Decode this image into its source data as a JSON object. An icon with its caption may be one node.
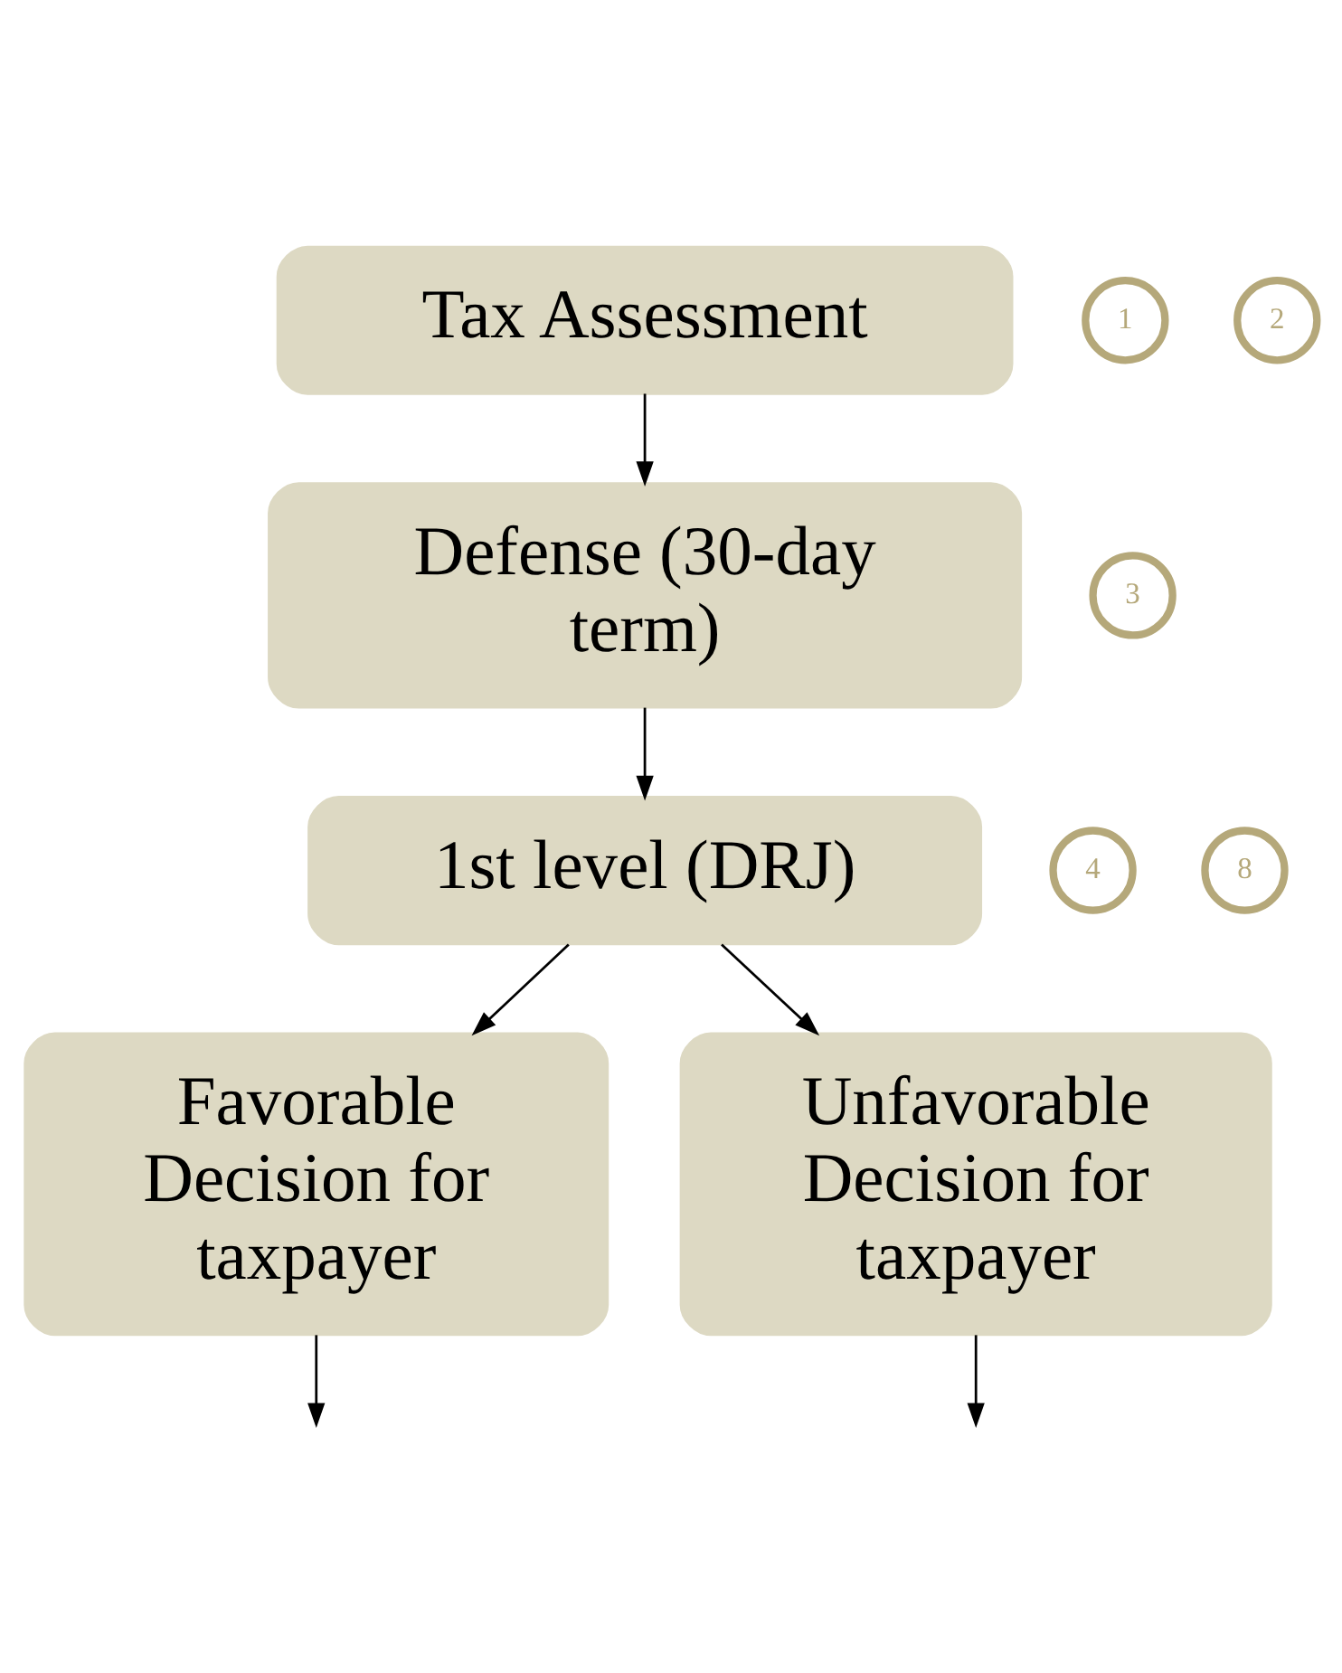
{
  "diagram": {
    "nodes": [
      {
        "text": [
          "Tax Assessment"
        ]
      },
      {
        "text": [
          "Defense (30-day term)"
        ]
      },
      {
        "text": [
          "1st level (DRJ)"
        ]
      },
      {
        "text": [
          "Favorable Decision for taxpayer"
        ]
      },
      {
        "text": [
          "Unfavorable Decision for taxpayer"
        ]
      },
      {
        "text": [
          "1"
        ]
      },
      {
        "text": [
          "2"
        ]
      },
      {
        "text": [
          "3"
        ]
      },
      {
        "text": [
          "4"
        ]
      },
      {
        "text": [
          "8"
        ]
      }
    ],
    "edges": [
      {
        "from": 0,
        "to": 1,
        "arrow": "to"
      },
      {
        "from": 1,
        "to": 2,
        "arrow": "to"
      },
      {
        "from": 2,
        "to": 3,
        "arrow": "to"
      },
      {
        "from": 2,
        "to": 4,
        "arrow": "to"
      },
      {
        "from": 3,
        "to": null,
        "arrow": "to"
      },
      {
        "from": 4,
        "to": null,
        "arrow": "to"
      }
    ]
  }
}
